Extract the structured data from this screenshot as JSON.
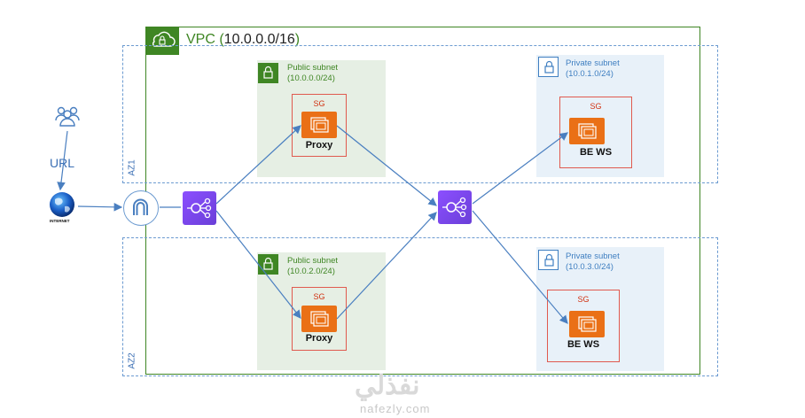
{
  "vpc": {
    "label": "VPC (",
    "cidr": "10.0.0.0/16",
    "close": ")"
  },
  "az1": {
    "label": "AZ1"
  },
  "az2": {
    "label": "AZ2"
  },
  "public_subnet_1": {
    "title": "Public subnet",
    "cidr": "(10.0.0.0/24)"
  },
  "public_subnet_2": {
    "title": "Public subnet",
    "cidr": "(10.0.2.0/24)"
  },
  "private_subnet_1": {
    "title": "Private subnet",
    "cidr": "(10.0.1.0/24)"
  },
  "private_subnet_2": {
    "title": "Private subnet",
    "cidr": "(10.0.3.0/24)"
  },
  "sg_label": "SG",
  "proxy_label": "Proxy",
  "bews_label": "BE WS",
  "users": {
    "edge_label": "URL"
  },
  "internet": {
    "label": "INTERNET"
  },
  "watermark": {
    "site": "nafezly.com",
    "logo_text": "نفذلي"
  },
  "colors": {
    "vpc_green": "#3f8624",
    "az_blue": "#6c9bd1",
    "sg_red": "#e05a4f",
    "ec2_orange": "#ea7016",
    "elb_purple": "#8c4fff",
    "arrow_blue": "#4a7fc0"
  },
  "icons": {
    "users": "users-group-icon",
    "internet": "globe-icon",
    "igw": "internet-gateway-icon",
    "elb": "load-balancer-icon",
    "ec2": "ec2-instance-icon",
    "lock": "lock-icon",
    "cloud": "cloud-lock-icon"
  }
}
